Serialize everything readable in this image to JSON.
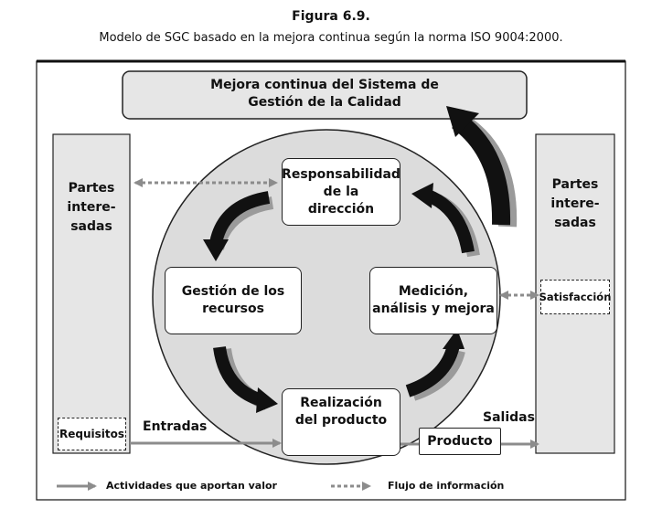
{
  "caption": {
    "title": "Figura 6.9.",
    "subtitle": "Modelo de SGC basado en la mejora continua según la norma ISO 9004:2000."
  },
  "top_box": {
    "line1": "Mejora continua del Sistema de",
    "line2": "Gestión de la Calidad"
  },
  "left_panel": {
    "line1": "Partes",
    "line2": "intere-",
    "line3": "sadas",
    "box": "Requisitos"
  },
  "right_panel": {
    "line1": "Partes",
    "line2": "intere-",
    "line3": "sadas",
    "box": "Satisfacción"
  },
  "processes": {
    "responsabilidad": {
      "line1": "Responsabilidad",
      "line2": "de la",
      "line3": "dirección"
    },
    "gestion": {
      "line1": "Gestión de los",
      "line2": "recursos"
    },
    "medicion": {
      "line1": "Medición,",
      "line2": "análisis y mejora"
    },
    "realizacion": {
      "line1": "Realización",
      "line2": "del producto"
    }
  },
  "flow": {
    "entradas": "Entradas",
    "salidas": "Salidas",
    "producto": "Producto"
  },
  "legend": {
    "value_activities": "Actividades que aportan valor",
    "information_flow": "Flujo de información"
  },
  "colors": {
    "panel_fill": "#e6e6e6",
    "ellipse_fill": "#dcdcdc",
    "arrow_black": "#111111",
    "arrow_shadow": "#9a9a9a",
    "flow_gray": "#8c8c8c"
  }
}
